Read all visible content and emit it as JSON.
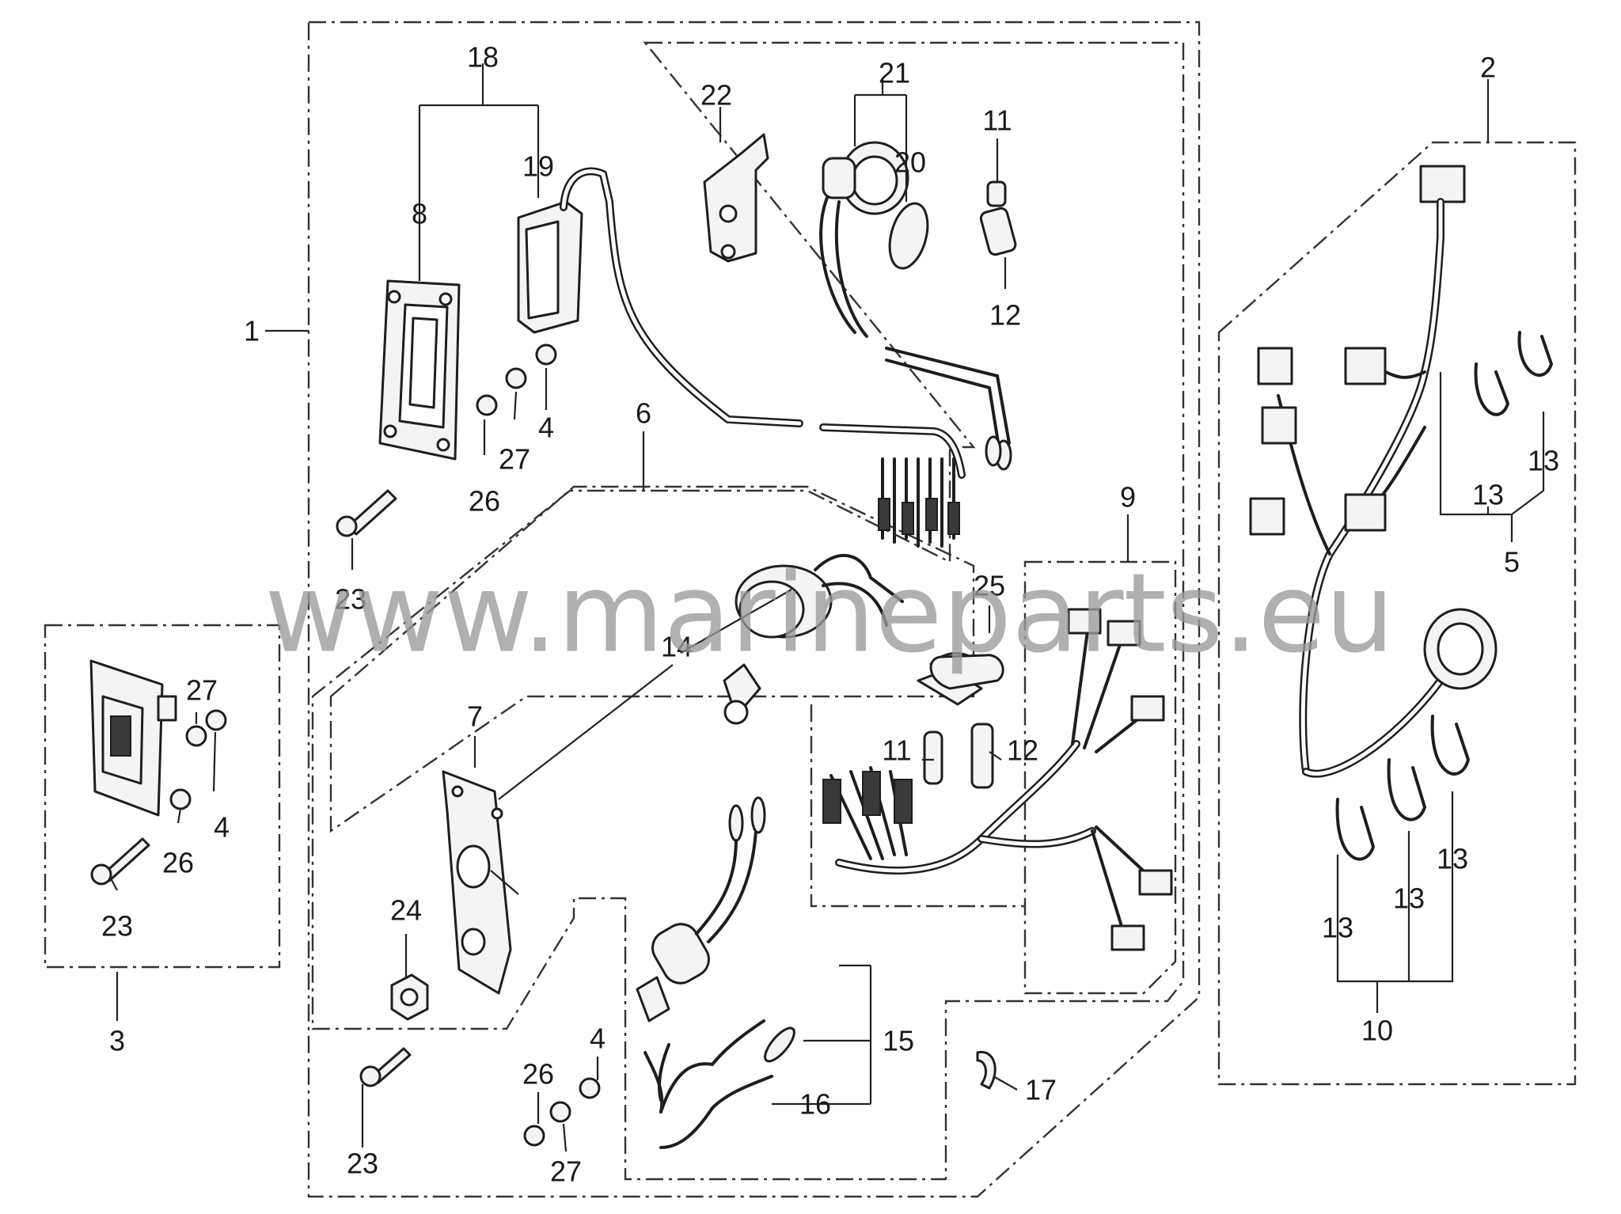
{
  "diagram": {
    "callouts": [
      {
        "id": "c1",
        "label": "1"
      },
      {
        "id": "c2",
        "label": "2"
      },
      {
        "id": "c3",
        "label": "3"
      },
      {
        "id": "c4a",
        "label": "4"
      },
      {
        "id": "c4b",
        "label": "4"
      },
      {
        "id": "c4c",
        "label": "4"
      },
      {
        "id": "c5",
        "label": "5"
      },
      {
        "id": "c6",
        "label": "6"
      },
      {
        "id": "c7",
        "label": "7"
      },
      {
        "id": "c8",
        "label": "8"
      },
      {
        "id": "c9",
        "label": "9"
      },
      {
        "id": "c10",
        "label": "10"
      },
      {
        "id": "c11a",
        "label": "11"
      },
      {
        "id": "c11b",
        "label": "11"
      },
      {
        "id": "c12a",
        "label": "12"
      },
      {
        "id": "c12b",
        "label": "12"
      },
      {
        "id": "c13a",
        "label": "13"
      },
      {
        "id": "c13b",
        "label": "13"
      },
      {
        "id": "c13c",
        "label": "13"
      },
      {
        "id": "c13d",
        "label": "13"
      },
      {
        "id": "c13e",
        "label": "13"
      },
      {
        "id": "c14",
        "label": "14"
      },
      {
        "id": "c15",
        "label": "15"
      },
      {
        "id": "c16",
        "label": "16"
      },
      {
        "id": "c17",
        "label": "17"
      },
      {
        "id": "c18",
        "label": "18"
      },
      {
        "id": "c19",
        "label": "19"
      },
      {
        "id": "c20",
        "label": "20"
      },
      {
        "id": "c21",
        "label": "21"
      },
      {
        "id": "c22",
        "label": "22"
      },
      {
        "id": "c23a",
        "label": "23"
      },
      {
        "id": "c23b",
        "label": "23"
      },
      {
        "id": "c23c",
        "label": "23"
      },
      {
        "id": "c24",
        "label": "24"
      },
      {
        "id": "c25",
        "label": "25"
      },
      {
        "id": "c26a",
        "label": "26"
      },
      {
        "id": "c26b",
        "label": "26"
      },
      {
        "id": "c26c",
        "label": "26"
      },
      {
        "id": "c27a",
        "label": "27"
      },
      {
        "id": "c27b",
        "label": "27"
      },
      {
        "id": "c27c",
        "label": "27"
      }
    ]
  },
  "watermark": {
    "text": "www.marineparts.eu"
  },
  "colors": {
    "line": "#1e1e1e",
    "watermark": "#9a9a9a",
    "background": "#ffffff"
  }
}
